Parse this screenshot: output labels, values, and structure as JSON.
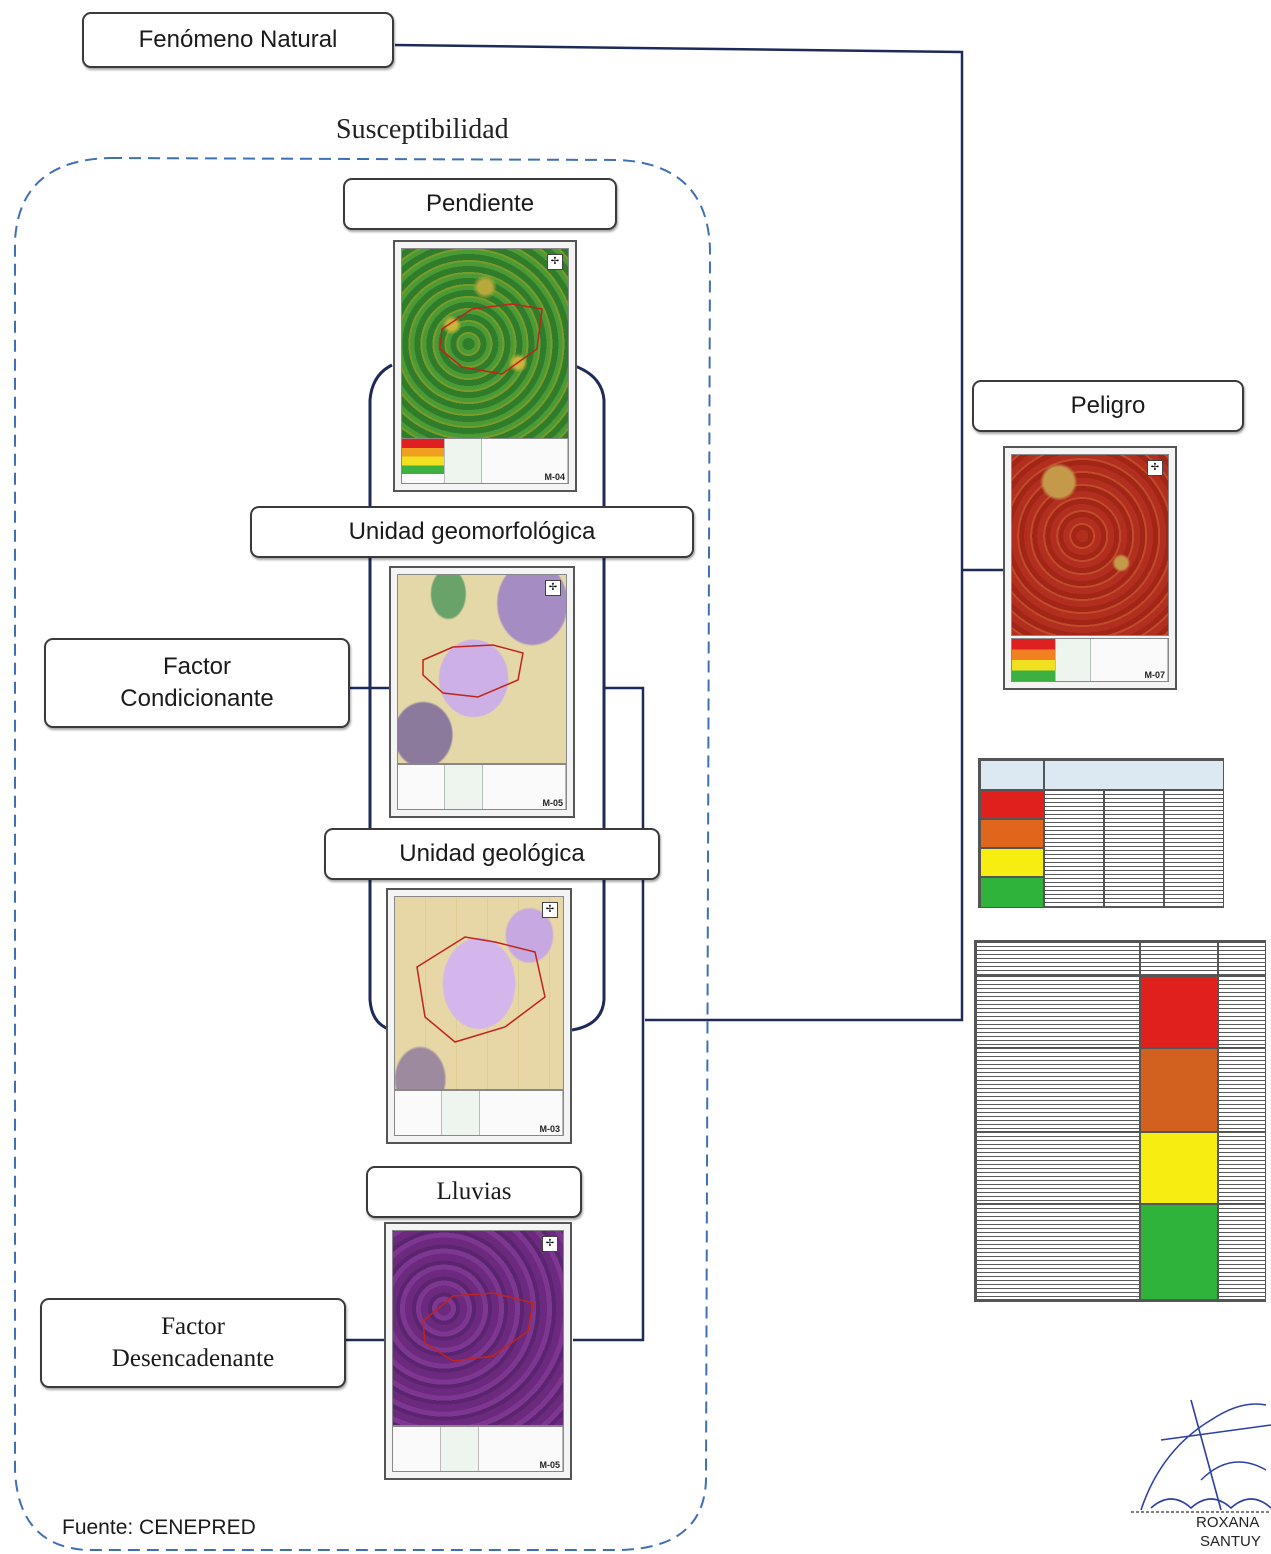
{
  "boxes": {
    "fenomeno": "Fenómeno Natural",
    "susceptibilidad": "Susceptibilidad",
    "pendiente": "Pendiente",
    "geomorfologica": "Unidad geomorfológica",
    "geologica": "Unidad geológica",
    "lluvias": "Lluvias",
    "condicionante_1": "Factor",
    "condicionante_2": "Condicionante",
    "desencadenante_1": "Factor",
    "desencadenante_2": "Desencadenante",
    "peligro": "Peligro"
  },
  "maps": {
    "pendiente_code": "M-04",
    "geomorfologica_code": "M-05",
    "geologica_code": "M-03",
    "lluvias_code": "M-05",
    "peligro_code": "M-07"
  },
  "source": "Fuente: CENEPRED",
  "signature": {
    "line1": "ROXANA",
    "line2": "SANTUY"
  },
  "colors": {
    "muy_alto": "#e0201c",
    "alto": "#e0661c",
    "medio": "#f6ee10",
    "bajo": "#2fb33a",
    "connector": "#1e2a5a",
    "dashed_border": "#3f6fb5"
  }
}
